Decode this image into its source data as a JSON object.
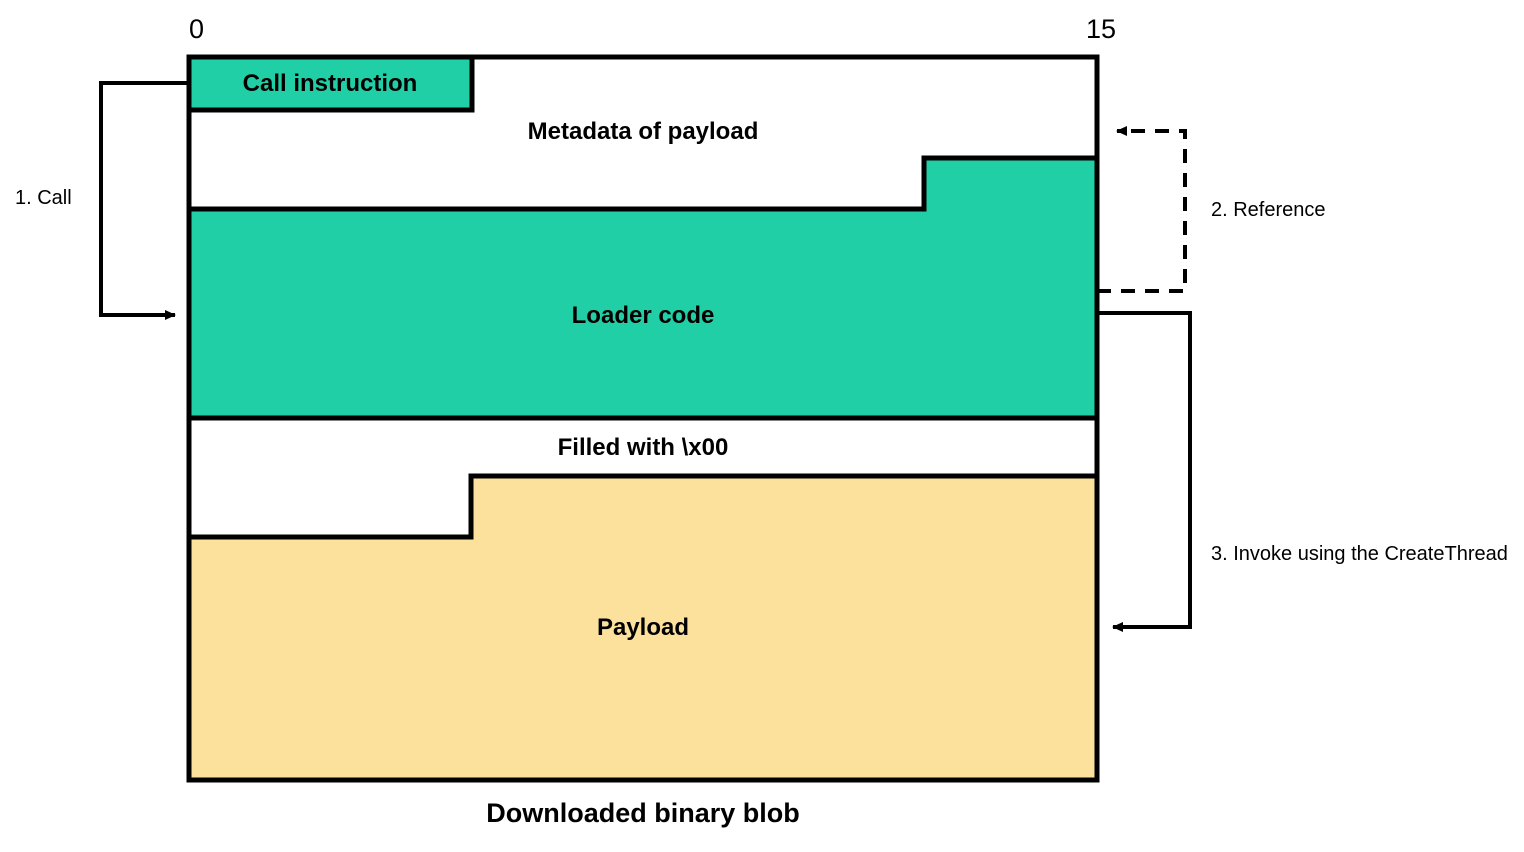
{
  "diagram": {
    "caption": "Downloaded binary blob",
    "axis": {
      "start_label": "0",
      "end_label": "15"
    },
    "colors": {
      "teal": "#21CFA6",
      "yellow": "#FBE19C",
      "stroke": "#000000",
      "background": "#FFFFFF"
    },
    "blocks": [
      {
        "id": "call-instruction",
        "label": "Call instruction",
        "fill": "#21CFA6"
      },
      {
        "id": "metadata",
        "label": "Metadata of payload",
        "fill": "#FFFFFF"
      },
      {
        "id": "loader-code",
        "label": "Loader code",
        "fill": "#21CFA6"
      },
      {
        "id": "filled-zeros",
        "label": "Filled with \\x00",
        "fill": "#FFFFFF"
      },
      {
        "id": "payload",
        "label": "Payload",
        "fill": "#FBE19C"
      }
    ],
    "steps": [
      {
        "id": "step-1",
        "label": "1. Call",
        "style": "solid"
      },
      {
        "id": "step-2",
        "label": "2. Reference",
        "style": "dashed"
      },
      {
        "id": "step-3",
        "label": "3. Invoke using the CreateThread",
        "style": "solid"
      }
    ]
  }
}
